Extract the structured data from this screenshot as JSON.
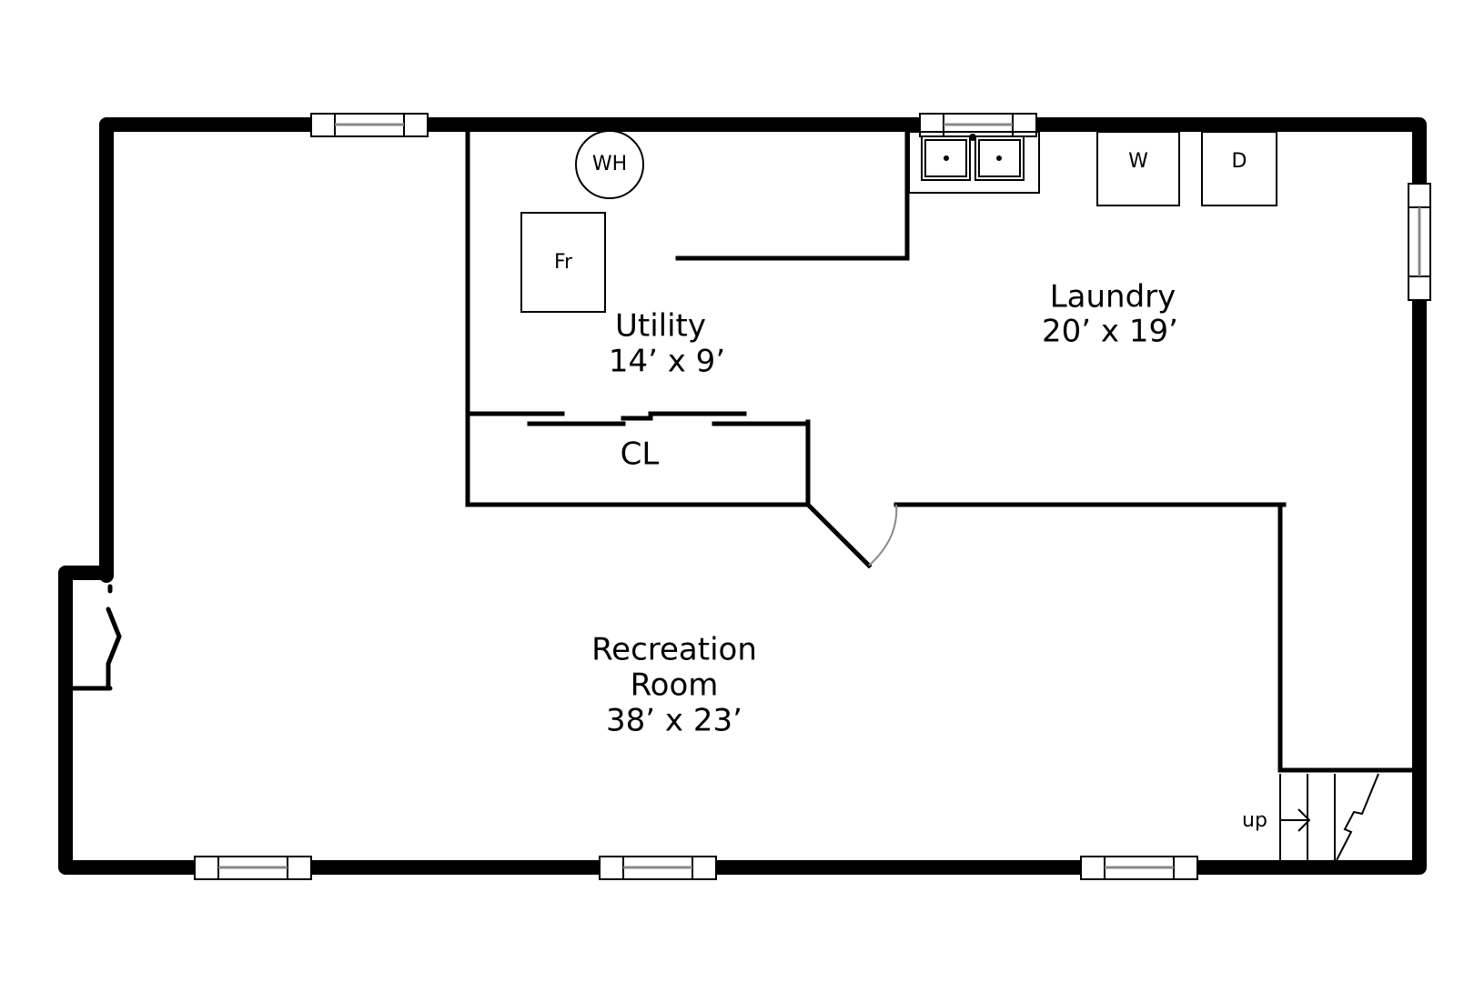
{
  "rooms": {
    "utility": {
      "name": "Utility",
      "size": "14’ x 9’"
    },
    "laundry": {
      "name": "Laundry",
      "size": "20’ x 19’"
    },
    "closet": {
      "name": "CL"
    },
    "recreation": {
      "name_line1": "Recreation",
      "name_line2": "Room",
      "size": "38’ x 23’"
    }
  },
  "fixtures": {
    "water_heater": "WH",
    "furnace": "Fr",
    "washer": "W",
    "dryer": "D"
  },
  "stairs": {
    "label": "up"
  },
  "colors": {
    "wall": "#000000",
    "window_glass": "#888888",
    "background": "#ffffff"
  }
}
